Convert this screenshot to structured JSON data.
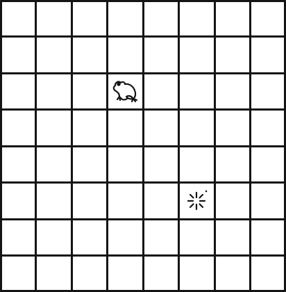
{
  "board": {
    "columns": 8,
    "rows": 8,
    "line_color": "#141414",
    "background_color": "#ffffff"
  },
  "pieces": [
    {
      "name": "frog",
      "icon": "frog-icon",
      "column": 4,
      "row": 3,
      "color": "#141414"
    },
    {
      "name": "star-burst",
      "icon": "star-burst-icon",
      "column": 6,
      "row": 6,
      "color": "#141414"
    }
  ]
}
